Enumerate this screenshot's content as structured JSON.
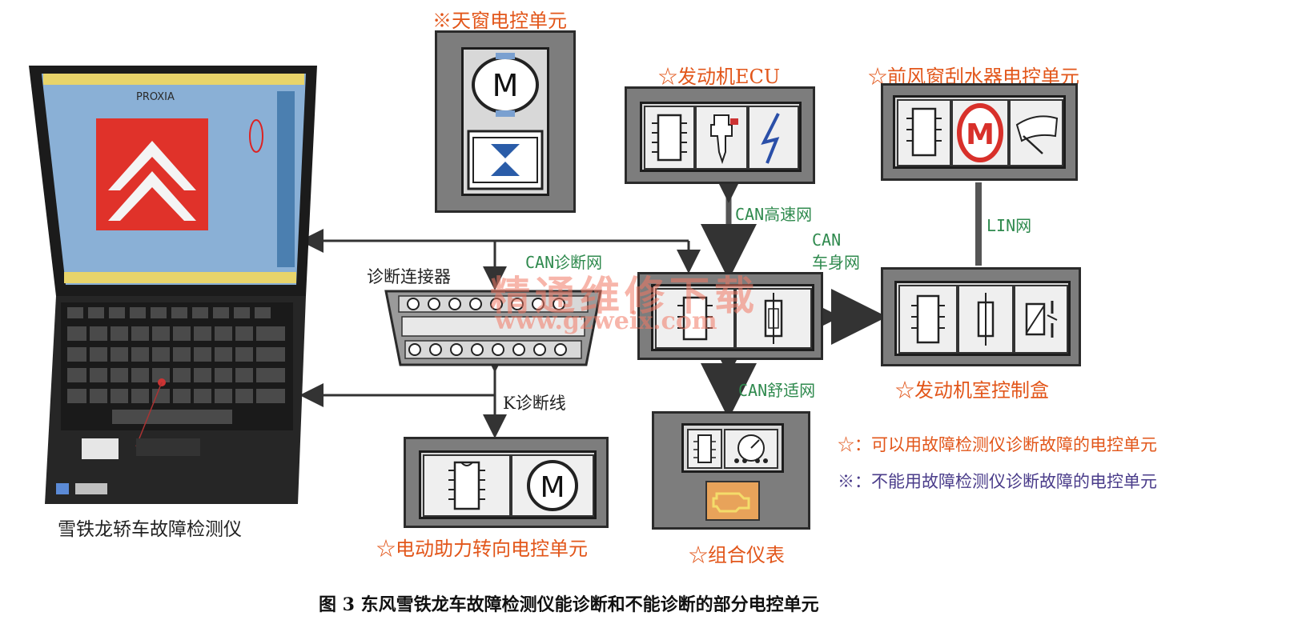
{
  "labels": {
    "sunroof": "※天窗电控单元",
    "engine_ecu": "☆发动机ECU",
    "wiper": "☆前风窗刮水器电控单元",
    "diag_connector": "诊断连接器",
    "can_diag": "CAN诊断网",
    "can_high": "CAN高速网",
    "can_body_1": "CAN",
    "can_body_2": "车身网",
    "lin": "LIN网",
    "can_comfort": "CAN舒适网",
    "k_line": "K诊断线",
    "engine_box": "☆发动机室控制盒",
    "eps": "☆电动助力转向电控单元",
    "cluster": "☆组合仪表",
    "laptop": "雪铁龙轿车故障检测仪"
  },
  "legend": {
    "diagnosable": "☆：可以用故障检测仪诊断故障的电控单元",
    "not_diagnosable": "※：不能用故障检测仪诊断故障的电控单元"
  },
  "laptop_screen": {
    "brand": "PROXIA"
  },
  "watermark": {
    "line1": "精通维修下载",
    "line2": "www.gzweix.com"
  },
  "caption": "图 3   东风雪铁龙车故障检测仪能诊断和不能诊断的部分电控单元",
  "colors": {
    "orange": "#e2561a",
    "green": "#2f8a4e",
    "purple": "#4a3c8a",
    "logo_red": "#e0322a"
  }
}
